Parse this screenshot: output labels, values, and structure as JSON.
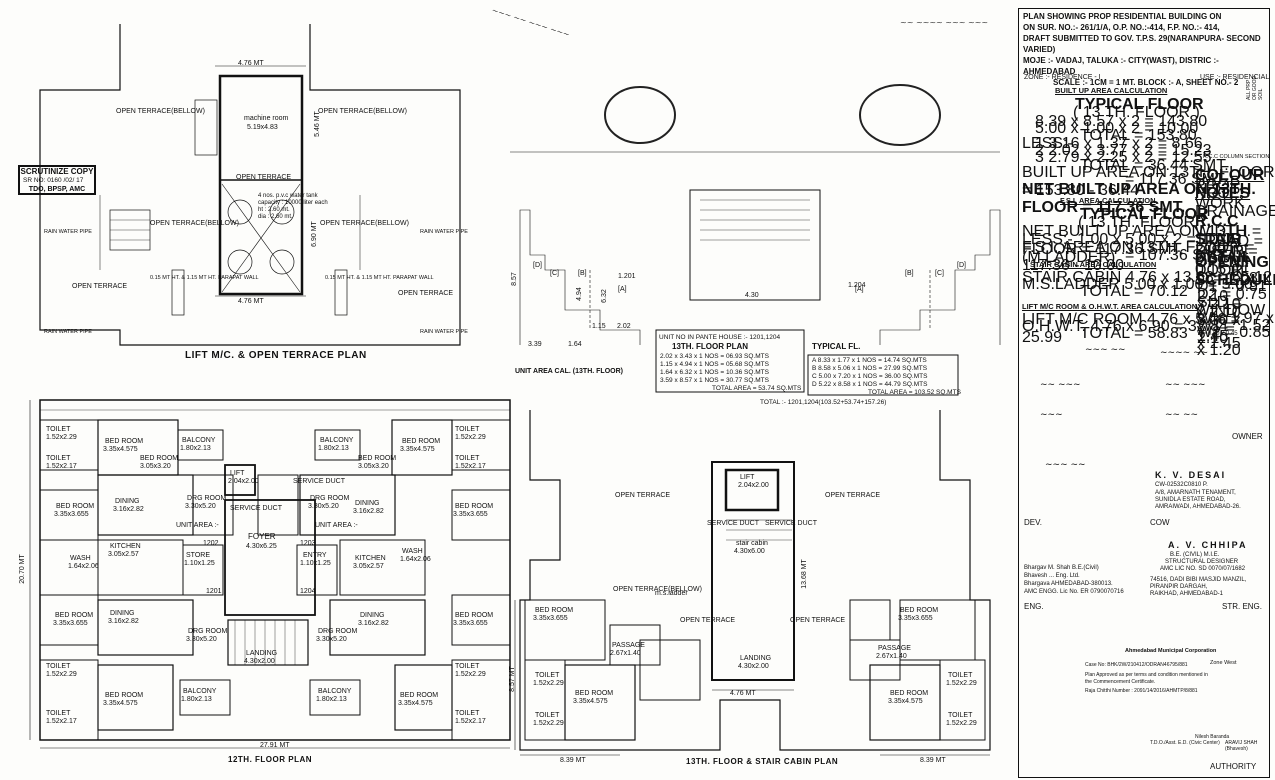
{
  "header": {
    "line1": "PLAN SHOWING PROP RESIDENTIAL BUILDING ON",
    "line2": "ON SUR. NO.:- 261/1/A, O.P. NO.:-414, F.P. NO.:- 414,",
    "line3": "DRAFT SUBMITTED TO GOV. T.P.S. 29(NARANPURA- SECOND VARIED)",
    "line4": "MOJE :- VADAJ, TALUKA :- CITY(WAST), DISTRIC :- AHMEDABAD",
    "scale": "SCALE :- 1CM = 1 MT.  BLOCK :- A, SHEET NO.- 2",
    "zone": "ZONE :- RESIDENCE - I",
    "use": "USE :- RESIDENCIAL"
  },
  "builtup": {
    "title": "BUILT UP AREA CALCULATION",
    "sub": "TYPICAL FLOOR",
    "sub2": "( 13 TH. FLOOR )",
    "rows": [
      "8.39 x 8.57 x 2   = 143.80",
      "5.00 x 1.00 x 2   = 10.00",
      "TOTAL   = 153.80"
    ],
    "less_label": "LESS:-",
    "less": [
      "1   3.16 x 1.37 x 2  = 8.66",
      "2   2.02 x 3.77 x 2  = 15.23",
      "3   2.79 x 2.25 x 2  = 12.55"
    ],
    "total": "TOTAL   = 36.44 SMT.",
    "net1": "BUILT UP AREA ON 13TH. FLOOR   = 153.80 - 36.44",
    "net2": "= 117.36 SMT.",
    "net3": "NET BUILT UP AREA ON 13TH. FLOOR = 117.36 SMT."
  },
  "fsi": {
    "title": "F.S.I. AREA CALCULATION",
    "sub": "TYPICAL FLOOR",
    "sub2": "( 13 TH. FLOOR )",
    "r1": "NET BUILT UP AREA ON 13TH. FLOOR = 117.36 SMT.",
    "r2": "LESS:-  1.00 x 5.00 x 2 = 10.00  (M.LADDER)",
    "r3": "F.S.I. AREA ON 13TH. FLOOR   = 117.36 - 10.00",
    "r4": "= 107.36 SMT."
  },
  "stair": {
    "title": "STAIR CABIN AREA CALCULATION",
    "r1": "STAIR CABIN   4.76 x 13.68   = 65.12",
    "r2": "M.S.LADDER   5.00 x 1.00    = 5.00",
    "r3": "TOTAL   = 70.12"
  },
  "liftroom": {
    "title": "LIFT M/C ROOM & O.H.W.T. AREA CALCULATION",
    "r1": "LIFT M/C ROOM   4.76 x 5.46   = 25.99",
    "r2": "O.H.W.T.   4.76 x 6.90   = 32.84",
    "r3": "TOTAL   = 58.83"
  },
  "column": {
    "label": "R.C.C COLUMN SECTION",
    "note": "ALL PRP OR GOOD SOIL"
  },
  "colour_notes": {
    "title": "COLOUR NOTES",
    "work": "PROP. WORK",
    "drainage": "PROP. DRAINAGE"
  },
  "rcc_stair": {
    "title": "R.C.C STAIR DETAIL",
    "width": "WIDTH   = 2.00 mt",
    "tread": "TREAD   = 0.30 mt",
    "riser": "RISER   = 0.15 mt"
  },
  "opening": {
    "title": "OPENING SCHEDULE",
    "door": "DOOR",
    "doors": [
      "D   = 1.08 x 2.10",
      "D1  = 0.91 x 2.10",
      "D2  = 0.75 x 2.10",
      "SLD = 3.30 x 2.10"
    ],
    "window": "WINDOW",
    "windows": [
      "W   = 1.97 x 1.45",
      "W1  = 1.52 x 1.45",
      "W2  = 0.85 x 1.20",
      "V   = 0.60 x 0.45"
    ]
  },
  "roles": {
    "owner": "OWNER",
    "dev": "DEV.",
    "cow": "COW",
    "eng": "ENG.",
    "str_eng": "STR. ENG.",
    "authority": "AUTHORITY"
  },
  "cow_block": {
    "name": "K. V. DESAI",
    "reg": "CW-02532C0810 P.",
    "addr1": "A/8, AMARNATH TENAMENT,",
    "addr2": "SUNIDLA ESTATE ROAD,",
    "addr3": "AMRAIWADI, AHMEDABAD-26."
  },
  "str_block": {
    "name": "A. V. CHHIPA",
    "deg": "B.E. (CIVIL) M.I.E.",
    "title": "STRUCTURAL DESIGNER",
    "reg": "AMC LIC NO. SD 0070/07/1682",
    "addr1": "74516, DADI BIBI MASJID MANZIL,",
    "addr2": "PIRANPIR DARGAH,",
    "addr3": "RAIKHAD, AHMEDABAD-1"
  },
  "eng_block": {
    "l1": "Bhargav M. Shah B.E.(Civil)",
    "l2": "Bhavesh ... Eng. Ltd.",
    "l3": "Bhargava AHMEDABAD-380013.",
    "l4": "AMC ENGG. Lic No. ER 0790070716"
  },
  "authority_block": {
    "head": "Ahmedabad Municipal Corporation",
    "zone": "Zone West",
    "case": "Case No: BHK/2W/210412/ODRAN46795/881",
    "l1": "Plan Approved as per terms and condition mentioned in",
    "l2": "the Commencement Certificate.",
    "raja": "Raja Chitthi Number : 2091/14/2016/AHMTP/8/881",
    "sig1": "T.D.O./Asst. E.D. (Civic Center)",
    "sig2": "Nilesh Baranda",
    "sig3": "ARAVIJ SHAH (Bhavesh)"
  },
  "scrutinize": {
    "l1": "SCRUTINIZE COPY",
    "l2": "SR NO:   0160 /02/ 17",
    "l3": "TDO, BPSP, AMC"
  },
  "plans": {
    "lift_title": "LIFT M/C. & OPEN TERRACE PLAN",
    "floor12_title": "12TH. FLOOR PLAN",
    "floor13_title": "13TH. FLOOR & STAIR CABIN PLAN",
    "unitarea_title": "UNIT AREA CAL. (13TH. FLOOR)",
    "dim_476": "4.76 MT",
    "dim_2791": "27.91 MT",
    "dim_2070": "20.70 MT",
    "dim_839": "8.39 MT",
    "dim_857": "8.57 MT",
    "dim_1368": "13.68 MT",
    "dim_690": "6.90 MT",
    "dim_546": "5.46 MT",
    "machine_room": "machine room",
    "machine_room_size": "5.19x4.83",
    "open_terrace_bellow": "OPEN TERRACE(BELLOW)",
    "open_terrace": "OPEN TERRACE",
    "tank_note1": "4 nos. p.v.c water tank",
    "tank_note2": "capacity : 10000 liter each",
    "tank_note3": "ht : 2.60 mt.",
    "tank_note4": "dia : 2.60 mt.",
    "parapat_wall": "0.15 MT HT. & 1.15 MT HT. PARAPAT WALL",
    "rain_water_pipe": "RAIN WATER PIPE",
    "toilet": "TOILET",
    "toilet_size1": "1.52x2.29",
    "toilet_size2": "1.52x2.17",
    "bed_room": "BED ROOM",
    "bed_size1": "3.35x4.575",
    "bed_size2": "3.05x3.20",
    "bed_size3": "3.35x3.655",
    "balcony": "BALCONY",
    "balcony_size": "1.80x2.13",
    "drg_room": "DRG ROOM",
    "drg_size": "3.30x5.20",
    "dining": "DINING",
    "dining_size": "3.16x2.82",
    "kitchen": "KITCHEN",
    "kitchen_size": "3.05x2.57",
    "wash": "WASH",
    "wash_size": "1.64x2.06",
    "store": "STORE",
    "store_size": "1.10x1.25",
    "lift": "LIFT",
    "lift_size": "2.04x2.00",
    "foyer": "FOYER",
    "foyer_size": "4.30x6.25",
    "landing": "LANDING",
    "landing_size": "4.30x2.00",
    "service_duct": "SERVICE DUCT",
    "entry": "ENTRY",
    "entry_size": "1.10x1.25",
    "passage": "PASSAGE",
    "passage_size": "2.67x1.40",
    "stair_cabin": "stair cabin",
    "stair_cabin_size": "4.30x6.00",
    "ms_ladder": "m.s.ladder",
    "unit_area_label": "UNIT AREA :-",
    "unit_nos": [
      "1201",
      "1202",
      "1203",
      "1204"
    ],
    "total_area_note": "TOTAL :- 1201,1204(103.52+53.74+157.26)"
  },
  "unit_cal": {
    "head": "UNIT NO IN PANTE HOUSE :- 1201,1204",
    "floor_title": "13TH. FLOOR PLAN",
    "rows": [
      "2.02 x 3.43 x 1 NOS = 06.93 SQ.MTS",
      "1.15 x 4.94 x 1 NOS = 05.68 SQ.MTS",
      "1.64 x 6.32 x 1 NOS = 10.36 SQ.MTS",
      "3.59 x 8.57 x 1 NOS = 30.77 SQ.MTS"
    ],
    "total": "TOTAL AREA = 53.74 SQ.MTS",
    "typical_title": "TYPICAL FL.",
    "typical_rows": [
      "A  8.33 x 1.77 x 1 NOS = 14.74 SQ.MTS",
      "B  8.58 x 5.06 x 1 NOS = 27.99 SQ.MTS",
      "C  5.00 x 7.20 x 1 NOS = 36.00 SQ.MTS",
      "D  5.22 x 8.58 x 1 NOS = 44.79 SQ.MTS"
    ],
    "typical_total": "TOTAL AREA = 103.52 SQ.MTS",
    "labels": [
      "[D]",
      "[C]",
      "[B]",
      "[A]"
    ],
    "dims": [
      "8.57",
      "4.94",
      "6.32",
      "4.30",
      "3.39",
      "1.64",
      "2.02",
      "1.15",
      "1.201",
      "1.204"
    ]
  }
}
